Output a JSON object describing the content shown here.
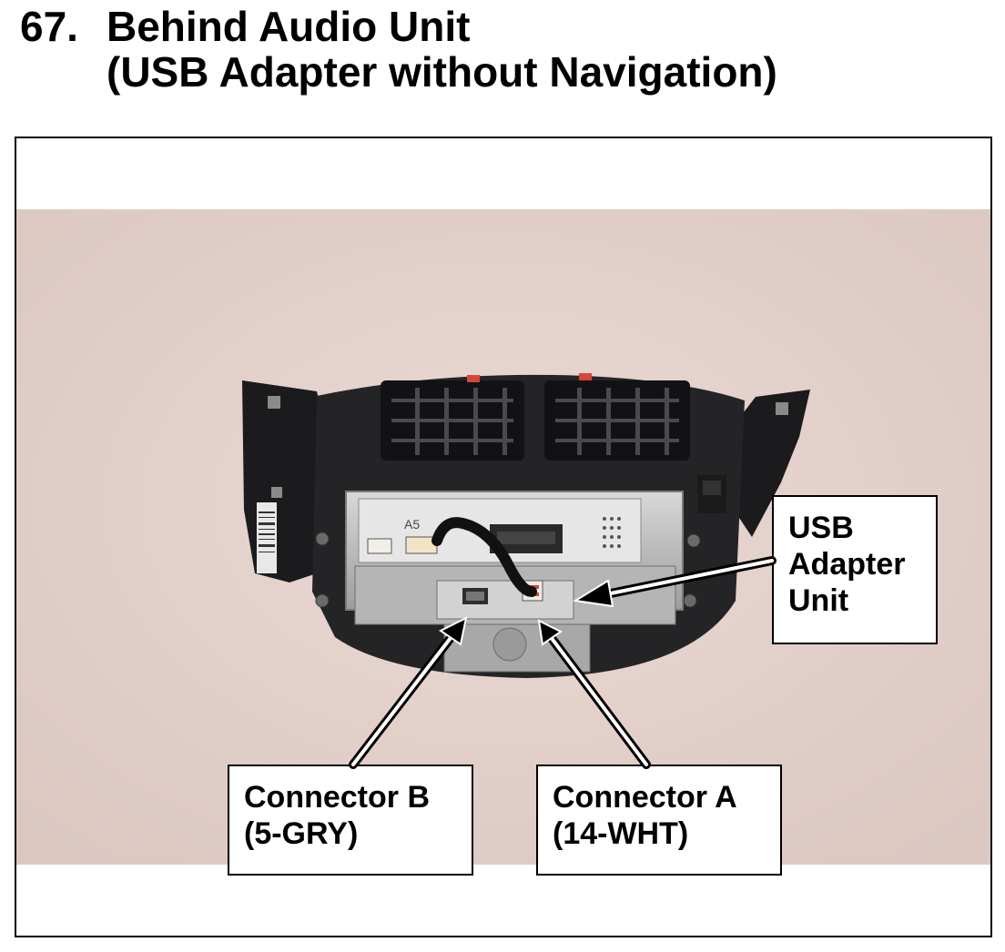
{
  "header": {
    "number": "67.",
    "title_line1": "Behind Audio Unit",
    "title_line2": "(USB Adapter without Navigation)"
  },
  "photo": {
    "unit_label": "A5"
  },
  "callouts": {
    "usb_adapter": {
      "line1": "USB",
      "line2": "Adapter",
      "line3": "Unit"
    },
    "connector_b": {
      "line1": "Connector B",
      "line2": "(5-GRY)"
    },
    "connector_a": {
      "line1": "Connector A",
      "line2": "(14-WHT)"
    }
  },
  "colors": {
    "background": "#e3d0cb",
    "panel": "#1c1c1e",
    "metal": "#bfbfbf",
    "red_clip": "#d4463a"
  }
}
